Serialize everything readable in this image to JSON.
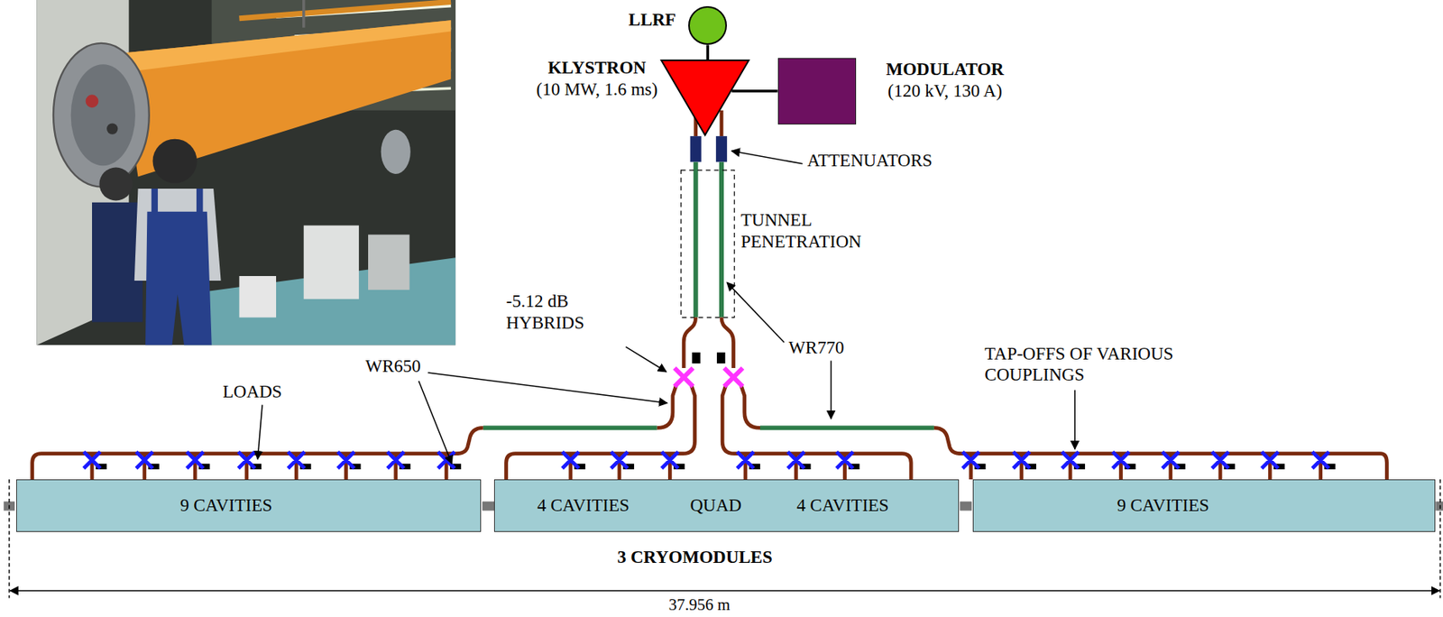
{
  "diagram": {
    "nodes": [
      {
        "text": [
          "LLRF"
        ]
      },
      {
        "text": [
          "KLYSTRON",
          "(10 MW, 1.6 ms)"
        ]
      },
      {
        "text": [
          "MODULATOR",
          "(120 kV, 130 A)"
        ]
      },
      {
        "text": [
          "9 CAVITIES"
        ]
      },
      {
        "text": [
          "4 CAVITIES",
          "QUAD",
          "4 CAVITIES"
        ]
      },
      {
        "text": [
          "9 CAVITIES"
        ]
      }
    ],
    "edges": [
      {
        "from": 0,
        "to": 1,
        "arrow": "none"
      },
      {
        "from": 1,
        "to": 2,
        "arrow": "none"
      }
    ],
    "labels": [
      "ATTENUATORS",
      "TUNNEL PENETRATION",
      "-5.12 dB HYBRIDS",
      "WR650",
      "WR770",
      "TAP-OFFS OF VARIOUS COUPLINGS",
      "LOADS",
      "3 CRYOMODULES",
      "37.956 m"
    ]
  }
}
